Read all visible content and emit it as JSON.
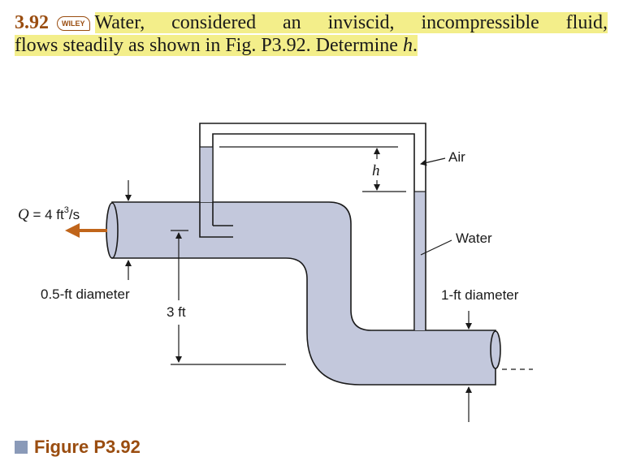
{
  "problem": {
    "number": "3.92",
    "badge": "WILEY",
    "line1": "Water, considered an inviscid, incompressible fluid,",
    "line2_main": "flows steadily as shown in Fig. P3.92. Determine ",
    "line2_var": "h",
    "line2_end": "."
  },
  "figure": {
    "flow_label_Q": "Q",
    "flow_label_rest": " = 4 ft",
    "flow_label_exp": "3",
    "flow_label_unit": "/s",
    "left_diameter": "0.5-ft diameter",
    "right_diameter": "1-ft diameter",
    "height_label": "3 ft",
    "h_label": "h",
    "air_label": "Air",
    "water_label": "Water",
    "colors": {
      "water_fill": "#c3c8dc",
      "outline": "#1a1a1a",
      "flow_arrow": "#c0651a",
      "highlight": "#f3ee8a",
      "accent": "#9a4d10"
    }
  },
  "caption": "Figure P3.92"
}
